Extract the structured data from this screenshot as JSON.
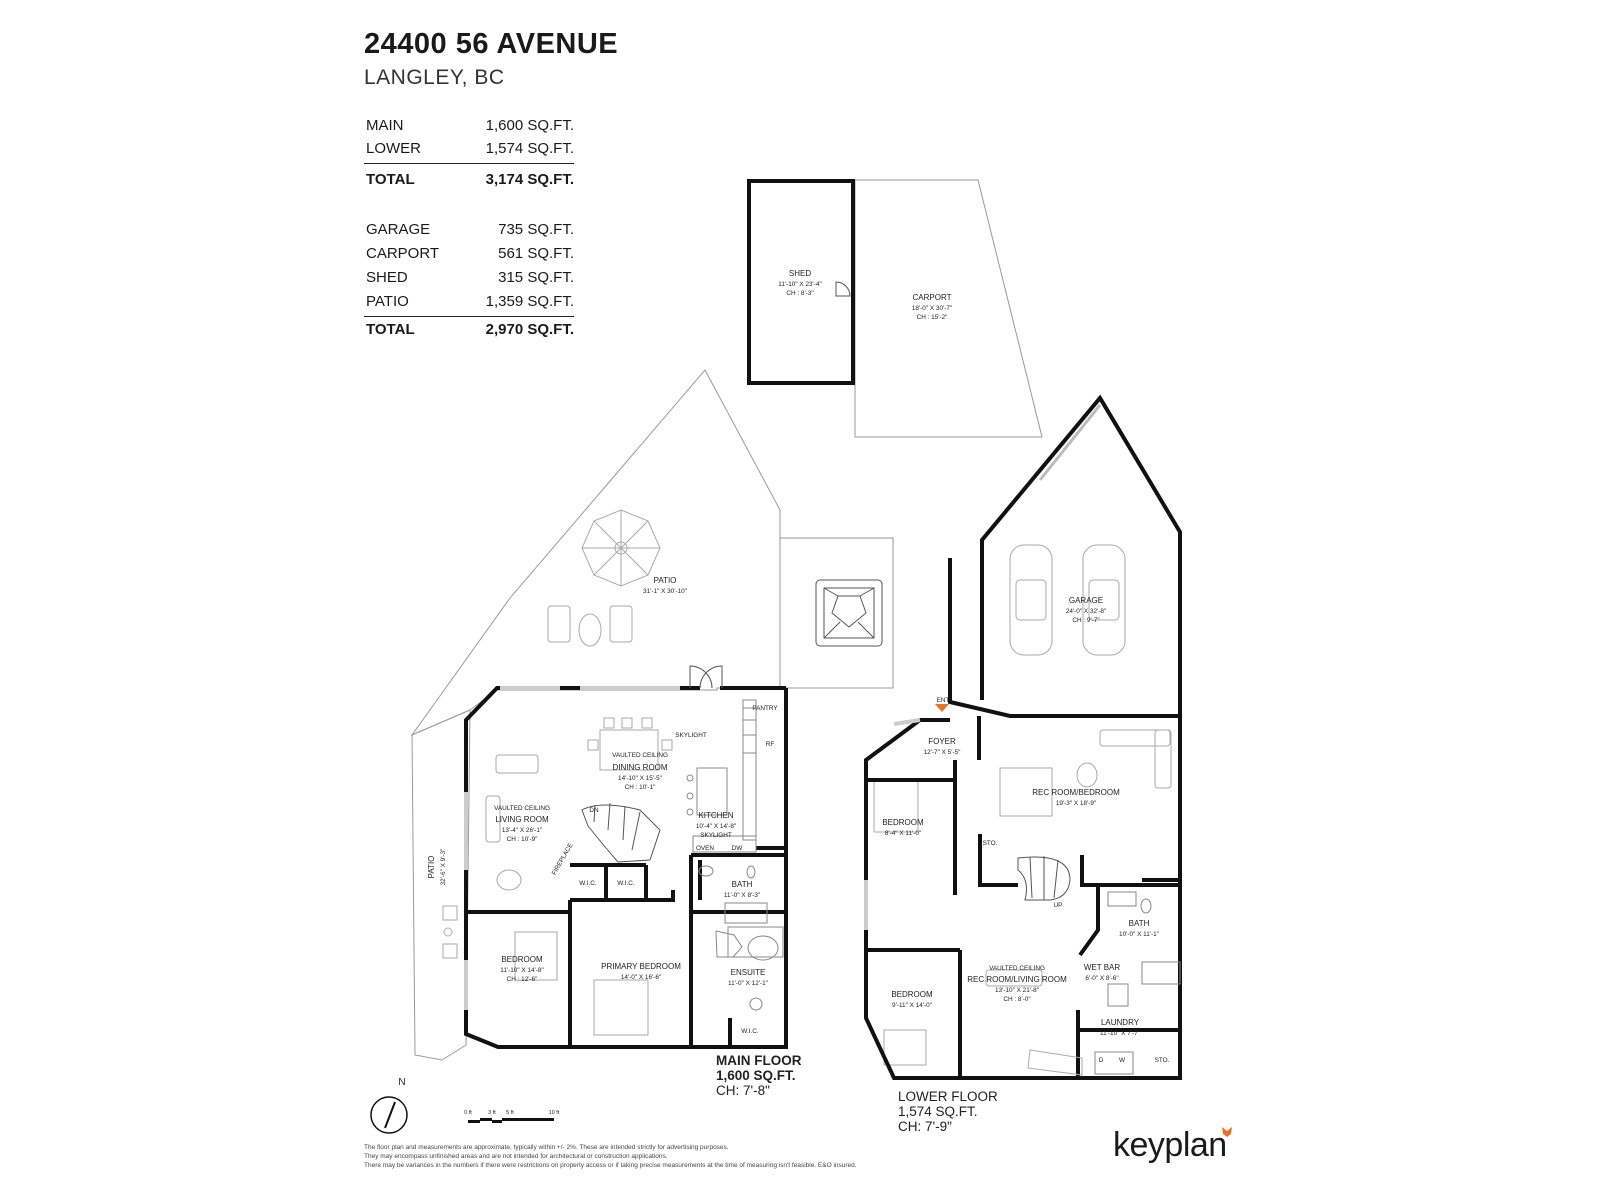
{
  "header": {
    "title": "24400 56 AVENUE",
    "subtitle": "LANGLEY, BC"
  },
  "areas_living": [
    {
      "label": "MAIN",
      "value": "1,600 SQ.FT."
    },
    {
      "label": "LOWER",
      "value": "1,574 SQ.FT."
    }
  ],
  "total_living": {
    "label": "TOTAL",
    "value": "3,174 SQ.FT."
  },
  "areas_other": [
    {
      "label": "GARAGE",
      "value": "735 SQ.FT."
    },
    {
      "label": "CARPORT",
      "value": "561 SQ.FT."
    },
    {
      "label": "SHED",
      "value": "315 SQ.FT."
    },
    {
      "label": "PATIO",
      "value": "1,359 SQ.FT."
    }
  ],
  "total_other": {
    "label": "TOTAL",
    "value": "2,970 SQ.FT."
  },
  "rooms": {
    "shed": {
      "name": "SHED",
      "dim": "11'-10\" X 23'-4\"",
      "ch": "CH : 8'-3\""
    },
    "carport": {
      "name": "CARPORT",
      "dim": "18'-0\" X 30'-7\"",
      "ch": "CH : 15'-2\""
    },
    "patio": {
      "name": "PATIO",
      "dim": "31'-1\" X 30'-10\""
    },
    "patio_side": {
      "name": "PATIO",
      "dim": "32'-6\" X 9'-3\""
    },
    "garage": {
      "name": "GARAGE",
      "dim": "24'-0\" X 32'-8\"",
      "ch": "CH : 9'-7\""
    },
    "pantry": {
      "name": "PANTRY"
    },
    "skylight_dining": {
      "name": "SKYLIGHT"
    },
    "dining": {
      "note": "VAULTED CEILING",
      "name": "DINING ROOM",
      "dim": "14'-10\" X 15'-5\"",
      "ch": "CH : 10'-1\""
    },
    "living": {
      "note": "VAULTED CEILING",
      "name": "LIVING ROOM",
      "dim": "13'-4\" X 26'-1\"",
      "ch": "CH : 10'-9\""
    },
    "kitchen": {
      "name": "KITCHEN",
      "dim": "10'-4\" X 14'-8\"",
      "note": "SKYLIGHT"
    },
    "bath_main": {
      "name": "BATH",
      "dim": "11'-0\" X 8'-3\""
    },
    "bedroom_main": {
      "name": "BEDROOM",
      "dim": "11'-10\" X 14'-8\"",
      "ch": "CH : 12'-6\""
    },
    "primary": {
      "name": "PRIMARY BEDROOM",
      "dim": "14'-0\" X 16'-6\""
    },
    "ensuite": {
      "name": "ENSUITE",
      "dim": "11'-0\" X 12'-1\""
    },
    "wic1": {
      "name": "W.I.C."
    },
    "wic2": {
      "name": "W.I.C."
    },
    "wic3": {
      "name": "W.I.C."
    },
    "fireplace": {
      "name": "FIREPLACE"
    },
    "dn": {
      "name": "DN"
    },
    "oven": {
      "name": "OVEN"
    },
    "dw": {
      "name": "DW"
    },
    "rf": {
      "name": "RF"
    },
    "ent": {
      "name": "ENT"
    },
    "foyer": {
      "name": "FOYER",
      "dim": "12'-7\" X 5'-5\""
    },
    "bedroom_l1": {
      "name": "BEDROOM",
      "dim": "8'-4\" X 11'-0\""
    },
    "rec_room": {
      "name": "REC ROOM/BEDROOM",
      "dim": "19'-3\" X 18'-9\""
    },
    "sto1": {
      "name": "STO."
    },
    "up": {
      "name": "UP"
    },
    "bath_lower": {
      "name": "BATH",
      "dim": "10'-0\" X 11'-1\""
    },
    "wet_bar": {
      "name": "WET BAR",
      "dim": "6'-0\" X 8'-6\""
    },
    "rec_living": {
      "note": "VAULTED CEILING",
      "name": "REC ROOM/LIVING ROOM",
      "dim": "13'-10\" X 21'-8\"",
      "ch": "CH : 8'-0\""
    },
    "bedroom_l2": {
      "name": "BEDROOM",
      "dim": "9'-11\" X 14'-0\""
    },
    "laundry": {
      "name": "LAUNDRY",
      "dim": "11'-10\" X 7'-7\""
    },
    "sto2": {
      "name": "STO."
    },
    "washer": {
      "name": "W"
    },
    "dryer": {
      "name": "D"
    }
  },
  "floors": {
    "main": {
      "name": "MAIN FLOOR",
      "area": "1,600 SQ.FT.",
      "ch": "CH: 7'-8\""
    },
    "lower": {
      "name": "LOWER FLOOR",
      "area": "1,574 SQ.FT.",
      "ch": "CH: 7'-9\""
    }
  },
  "compass": {
    "label": "N"
  },
  "scale": {
    "t0": "0 ft",
    "t1": "3 ft",
    "t2": "5 ft",
    "t3": "10 ft"
  },
  "disclaimer": [
    "The floor plan and measurements are approximate, typically within +/- 2%. These are intended strictly for advertising purposes.",
    "They may encompass unfinished areas and are not intended for architectural or construction applications.",
    "There may be variances in the numbers if there were restrictions on property access or if taking precise measurements at the time of measuring isn't feasible. E&O insured."
  ],
  "brand": {
    "name": "keyplan",
    "accent": "#e8742a"
  },
  "colors": {
    "wall": "#111111",
    "outline": "#9a9a9a",
    "fixture": "#8c8c8c"
  }
}
